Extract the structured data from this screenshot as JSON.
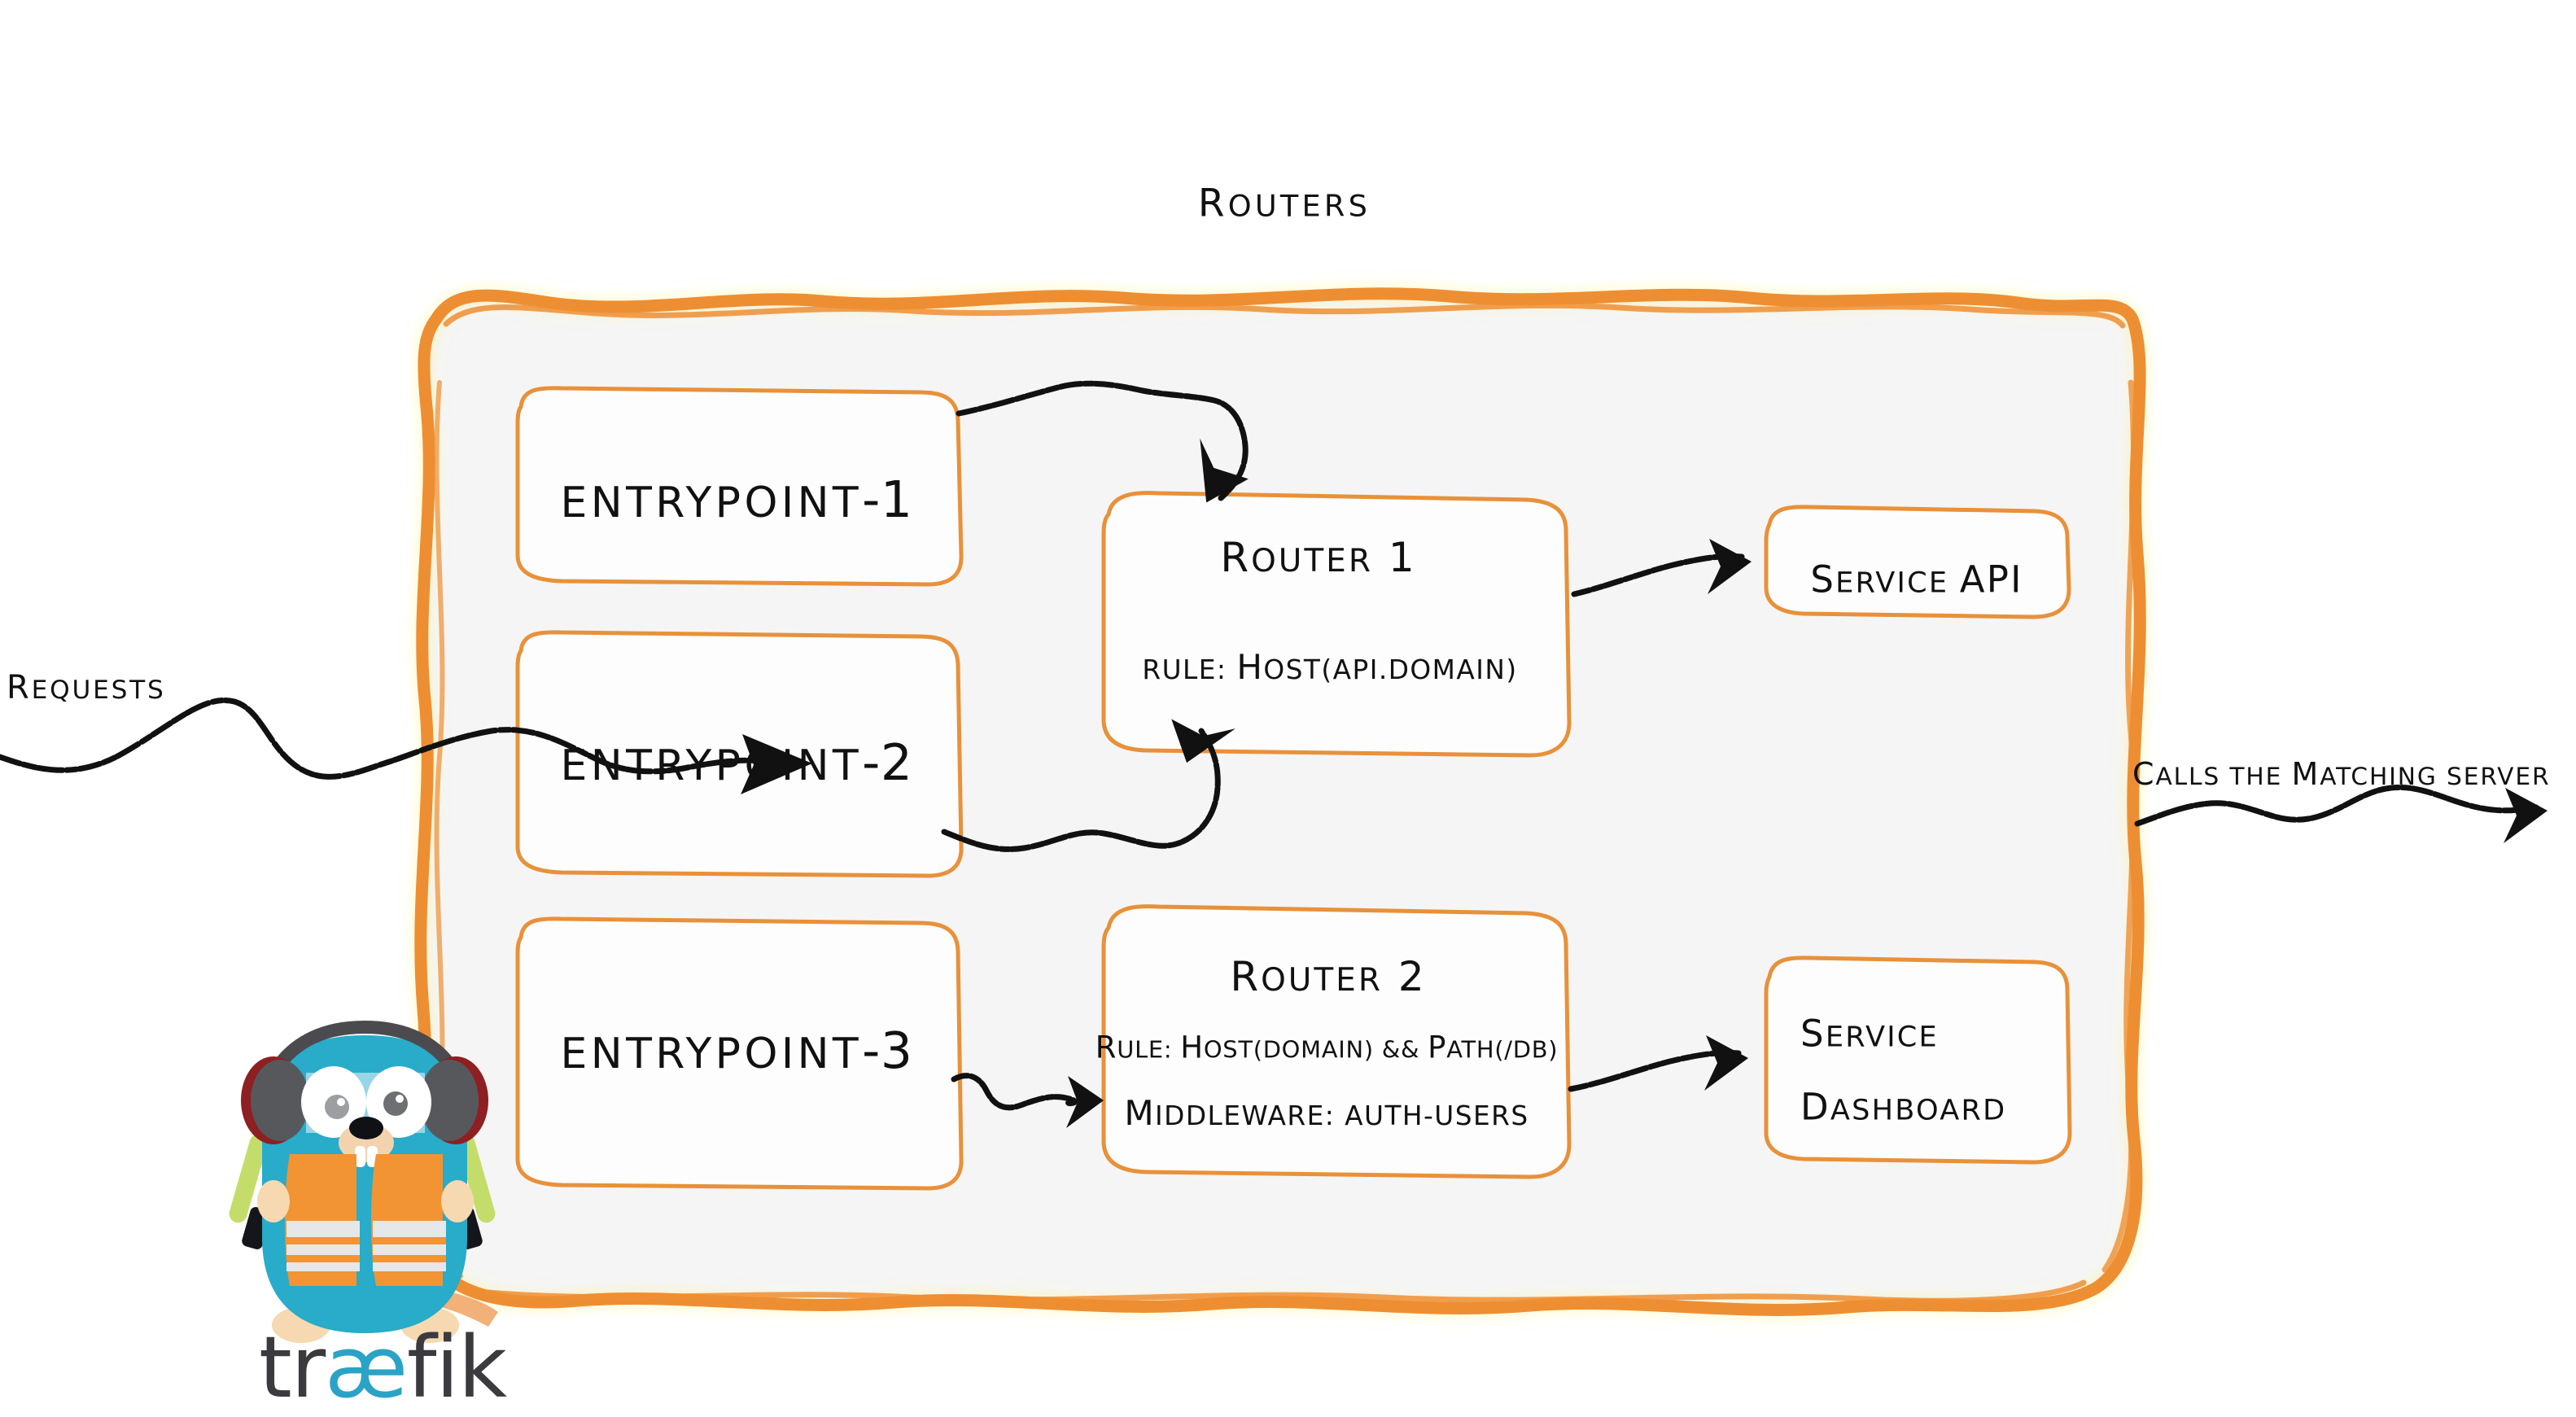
{
  "diagram": {
    "title": "Routers",
    "type": "traefik-routing-architecture"
  },
  "colors": {
    "border_orange": "#ee8e32",
    "box_orange": "#e8913a",
    "panel_fill": "#f5f5f5",
    "ink": "#111111",
    "gopher_body": "#29abca",
    "gopher_vest": "#f29433",
    "gopher_stripe": "#e6e7e8",
    "wordmark_dark": "#3b3b3f",
    "wordmark_cyan": "#2aa3c6"
  },
  "labels": {
    "requests": "Requests",
    "calls_matching_server": "Calls the matching server"
  },
  "entrypoints": [
    {
      "name": "entrypoint-1"
    },
    {
      "name": "entrypoint-2"
    },
    {
      "name": "entrypoint-3"
    }
  ],
  "routers": [
    {
      "title": "Router 1",
      "lines": [
        {
          "key": "rule",
          "label": "rule:",
          "value": "Host(api.domain)"
        }
      ]
    },
    {
      "title": "Router 2",
      "lines": [
        {
          "key": "rule",
          "label": "rule:",
          "value": "Host(domain) && Path(/db)"
        },
        {
          "key": "middleware",
          "label": "Middleware:",
          "value": "auth-users"
        }
      ]
    }
  ],
  "services": [
    {
      "name": "Service API",
      "line1": "Service API",
      "line2": ""
    },
    {
      "name": "Service Dashboard",
      "line1": "Service",
      "line2": "Dashboard"
    }
  ],
  "connections": [
    {
      "from": "entrypoint-1",
      "to": "Router 1"
    },
    {
      "from": "entrypoint-2",
      "to": "Router 1"
    },
    {
      "from": "entrypoint-3",
      "to": "Router 2"
    },
    {
      "from": "Router 1",
      "to": "Service API"
    },
    {
      "from": "Router 2",
      "to": "Service Dashboard"
    },
    {
      "from": "Requests",
      "to": "Routers"
    },
    {
      "from": "Routers",
      "to": "Calls the matching server"
    }
  ],
  "logo": {
    "wordmark_part1": "tr",
    "wordmark_ae": "æ",
    "wordmark_part2": "fik",
    "mascot": "traefik-gopher"
  }
}
